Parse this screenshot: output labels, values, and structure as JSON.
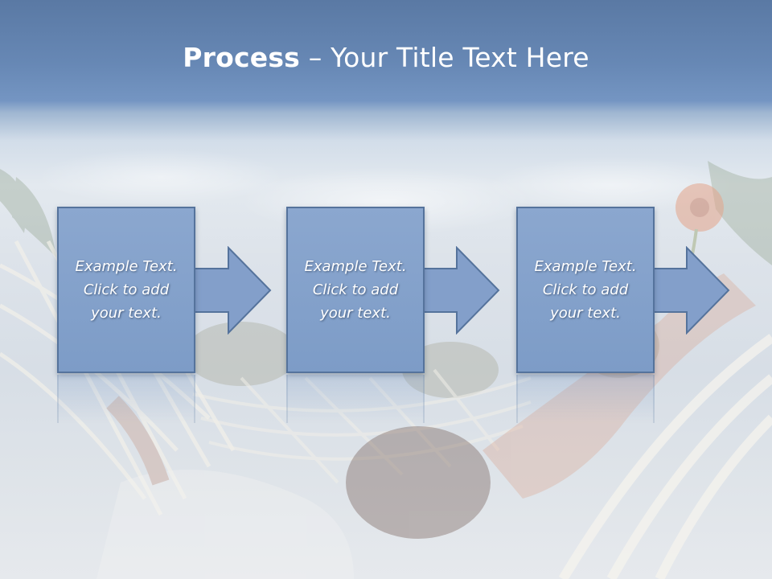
{
  "title": {
    "bold": "Process",
    "rest": " – Your Title Text Here"
  },
  "steps": [
    {
      "text": "Example Text.\nClick  to add\nyour text."
    },
    {
      "text": "Example Text.\nClick  to add\nyour text."
    },
    {
      "text": "Example Text.\nClick  to add\nyour text."
    }
  ],
  "colors": {
    "box_fill": "#8ba7cf",
    "box_border": "#55739c",
    "title_bar": "#6788b5"
  }
}
